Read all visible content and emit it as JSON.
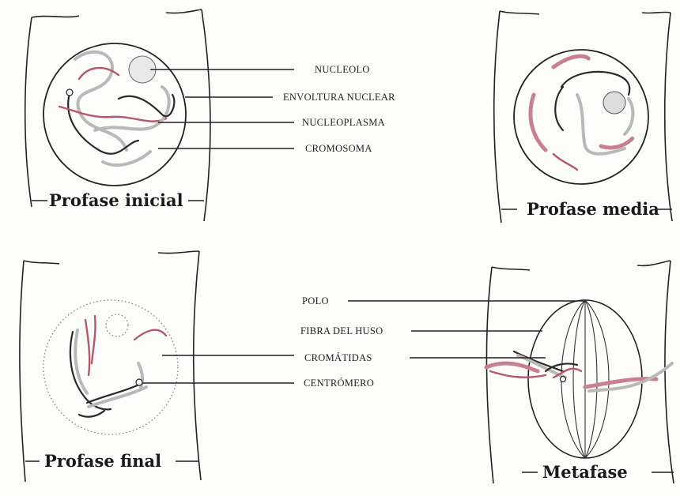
{
  "panels": {
    "early": {
      "title": "Profase inicial"
    },
    "middle": {
      "title": "Profase media"
    },
    "late": {
      "title": "Profase final"
    },
    "metaphase": {
      "title": "Metafase"
    }
  },
  "labels": {
    "nucleolo": "NUCLEOLO",
    "envoltura": "ENVOLTURA NUCLEAR",
    "nucleoplasma": "NUCLEOPLASMA",
    "cromosoma": "CROMOSOMA",
    "polo": "POLO",
    "fibra": "FIBRA DEL HUSO",
    "cromatidas": "CROMÁTIDAS",
    "centromero": "CENTRÓMERO"
  },
  "colors": {
    "ink": "#222222",
    "chromosome_accent": "#b5586e"
  }
}
